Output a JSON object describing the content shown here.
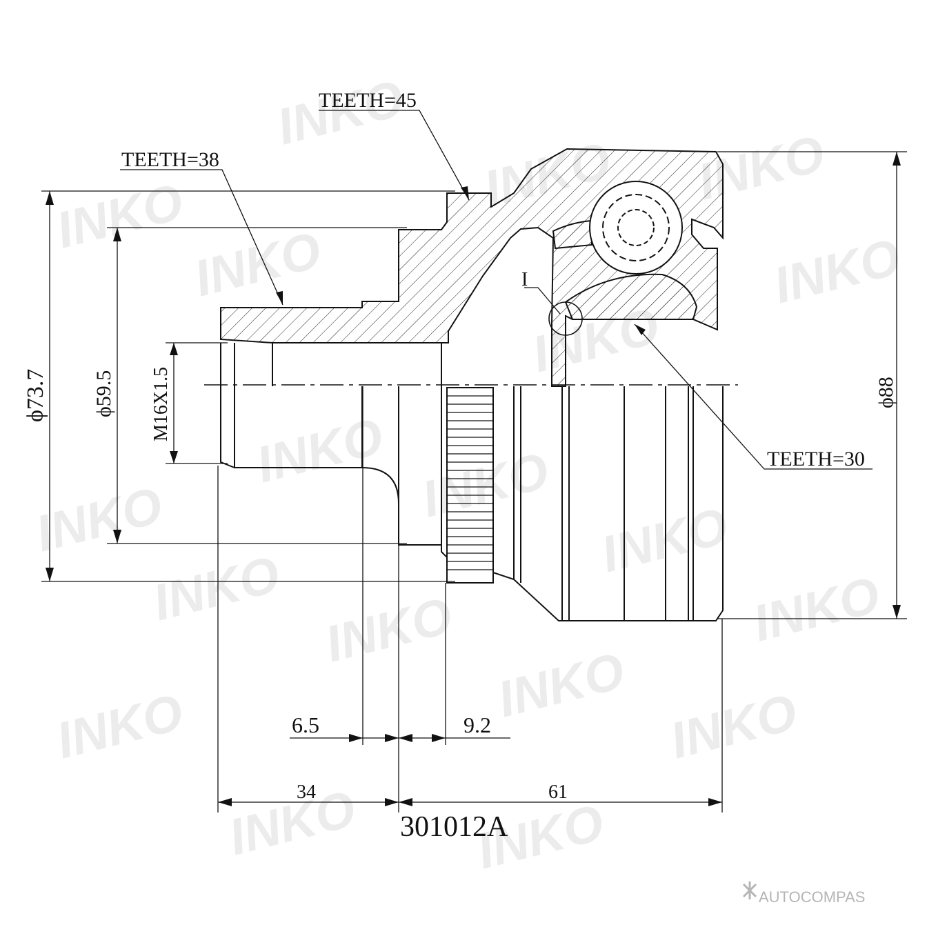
{
  "drawing": {
    "part_number": "301012A",
    "callouts": {
      "teeth_outer_spline": "TEETH=45",
      "teeth_shaft_spline": "TEETH=38",
      "teeth_inner_spline": "TEETH=30",
      "detail_marker": "I"
    },
    "dimensions": {
      "dia_abs_ring": "ϕ73.7",
      "dia_shaft": "ϕ59.5",
      "thread": "M16X1.5",
      "dia_housing": "ϕ88",
      "width_6_5": "6.5",
      "width_9_2": "9.2",
      "length_shaft": "34",
      "length_housing": "61"
    }
  },
  "watermark": {
    "text": "INKO",
    "color": "#ececec"
  },
  "footer": {
    "brand": "AUTOCOMPAS",
    "color": "#b5b5b5"
  }
}
